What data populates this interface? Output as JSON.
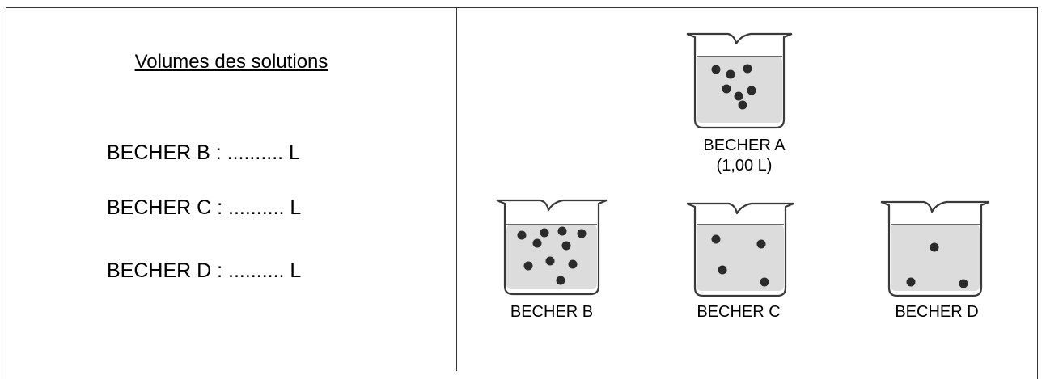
{
  "left_panel": {
    "title": "Volumes des solutions",
    "lines": [
      "BECHER B : .......... L",
      "BECHER C : .......... L",
      "BECHER D : .......... L"
    ]
  },
  "beakers": [
    {
      "id": "A",
      "label": "BECHER A",
      "sublabel": "(1,00 L)",
      "particle_count": 7
    },
    {
      "id": "B",
      "label": "BECHER B",
      "particle_count": 10
    },
    {
      "id": "C",
      "label": "BECHER C",
      "particle_count": 4
    },
    {
      "id": "D",
      "label": "BECHER D",
      "particle_count": 3
    }
  ],
  "colors": {
    "liquid": "#dcdcdc",
    "glass": "#3a3a3a",
    "particle": "#2b2b2b",
    "border": "#333333"
  }
}
